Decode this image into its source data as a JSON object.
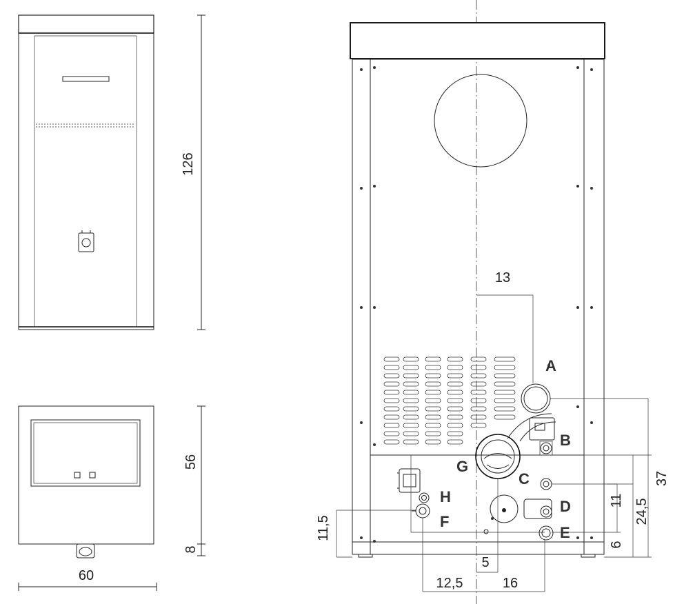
{
  "dimensions": {
    "height": "126",
    "depth": "56",
    "foot": "8",
    "width": "60",
    "outlet_offset": "13",
    "d37": "37",
    "d24_5": "24,5",
    "d11": "11",
    "d6": "6",
    "d11_5": "11,5",
    "d12_5": "12,5",
    "d5": "5",
    "d16": "16"
  },
  "connections": {
    "A": "A",
    "B": "B",
    "C": "C",
    "D": "D",
    "E": "E",
    "F": "F",
    "G": "G",
    "H": "H"
  },
  "colors": {
    "line": "#222222",
    "top_cap": "#1a1a1a",
    "label": "#333333"
  }
}
